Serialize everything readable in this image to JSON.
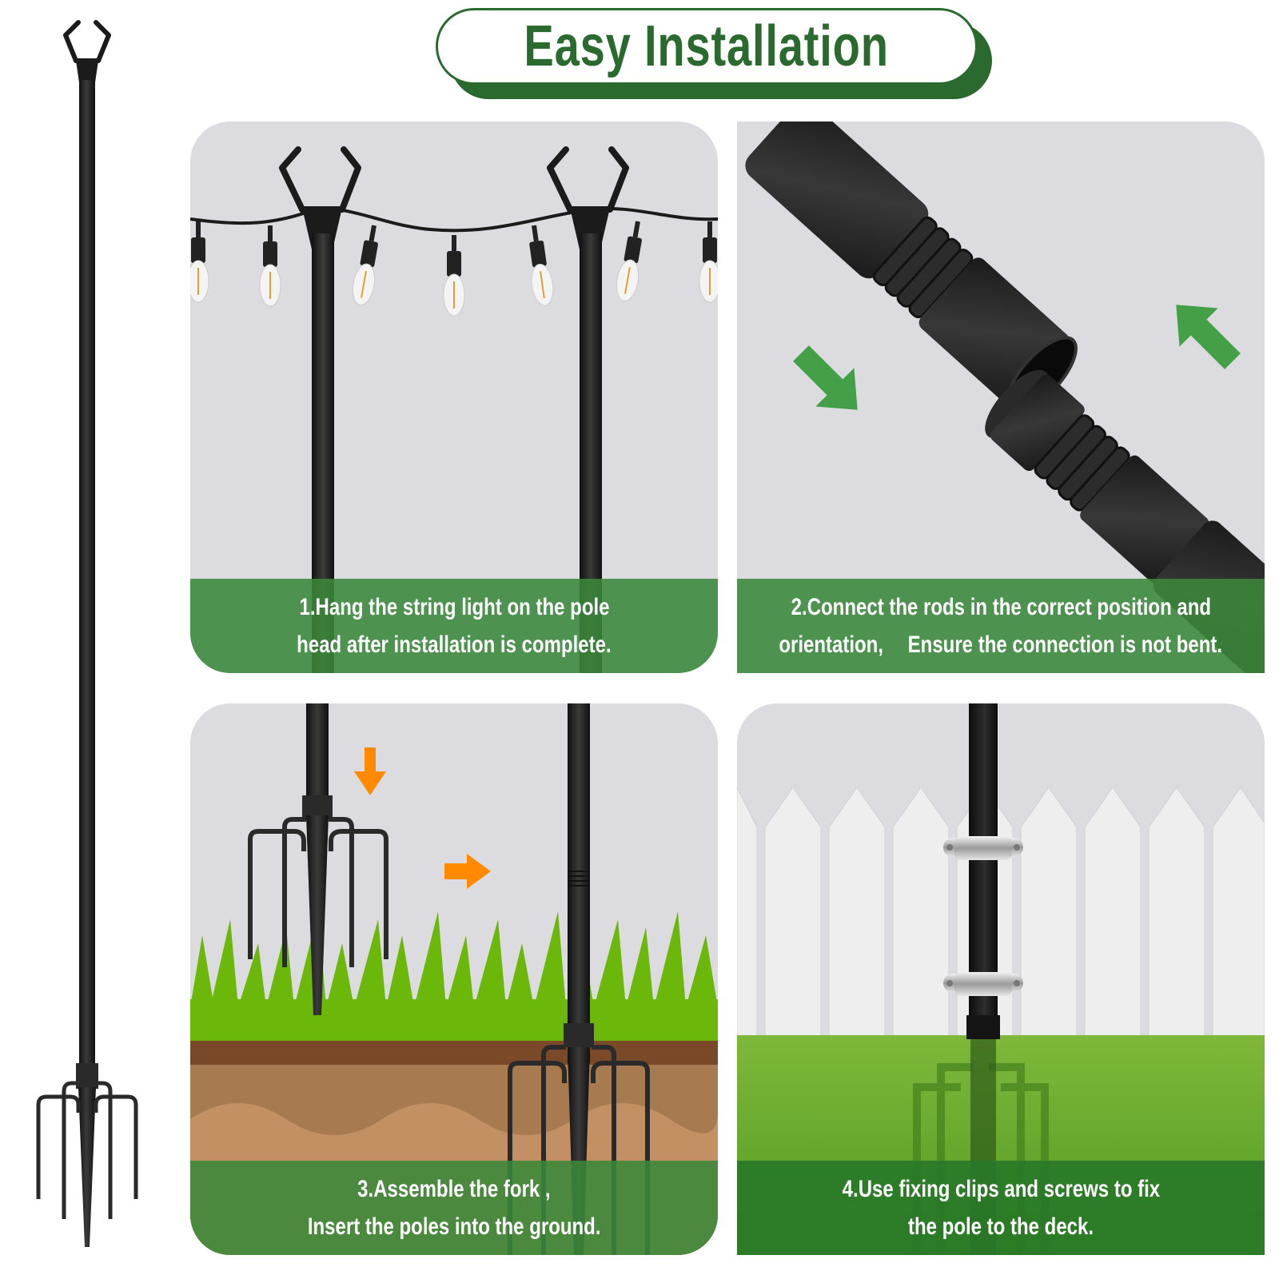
{
  "title": {
    "text": "Easy Installation",
    "color": "#2b6a2f"
  },
  "colors": {
    "brand_green": "#2b6a2f",
    "caption_green": "#3a873a",
    "arrow_green": "#43a047",
    "arrow_orange": "#ff8a00",
    "card_bg": "#dcdce0",
    "pole": "#1c1c1c"
  },
  "product": {
    "icon": "garden-light-pole-icon",
    "parts": [
      "v-shaped-hook-head",
      "pole",
      "five-prong-ground-fork"
    ]
  },
  "steps": [
    {
      "number": "1",
      "lines": [
        "1.Hang the string light on the pole",
        "head after installation is complete."
      ],
      "illustration": "string-lights-on-poles",
      "bulbs": 7
    },
    {
      "number": "2",
      "lines": [
        "2.Connect the rods in the correct position and",
        "orientation,  Ensure the connection is not bent."
      ],
      "illustration": "threaded-rod-connection",
      "arrows": [
        "green-arrow-down-right",
        "green-arrow-up-left"
      ]
    },
    {
      "number": "3",
      "lines": [
        "3.Assemble the fork ,",
        "Insert the poles into the ground."
      ],
      "illustration": "fork-into-ground",
      "arrows": [
        "orange-arrow-down",
        "orange-arrow-right"
      ]
    },
    {
      "number": "4",
      "lines": [
        "4.Use fixing clips and screws to fix",
        "the pole to the deck."
      ],
      "illustration": "pole-clipped-to-fence",
      "clips": 2
    }
  ]
}
